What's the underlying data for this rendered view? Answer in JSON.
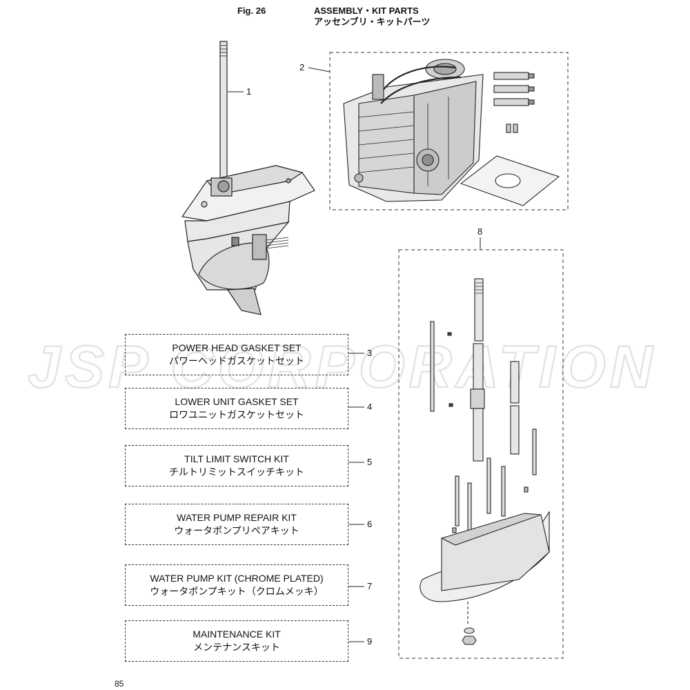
{
  "header": {
    "fig": "Fig. 26",
    "title_en": "ASSEMBLY・KIT PARTS",
    "title_jp": "アッセンブリ・キットパーツ"
  },
  "watermark": "JSP CORPORATION",
  "callouts": [
    "1",
    "2",
    "3",
    "4",
    "5",
    "6",
    "7",
    "8",
    "9"
  ],
  "kits": [
    {
      "en": "POWER HEAD GASKET SET",
      "jp": "パワーヘッドガスケットセット",
      "num": "3"
    },
    {
      "en": "LOWER UNIT GASKET SET",
      "jp": "ロワユニットガスケットセット",
      "num": "4"
    },
    {
      "en": "TILT LIMIT SWITCH KIT",
      "jp": "チルトリミットスイッチキット",
      "num": "5"
    },
    {
      "en": "WATER PUMP REPAIR KIT",
      "jp": "ウォータポンプリペアキット",
      "num": "6"
    },
    {
      "en": "WATER PUMP KIT (CHROME PLATED)",
      "jp": "ウォータポンプキット（クロムメッキ）",
      "num": "7"
    },
    {
      "en": "MAINTENANCE KIT",
      "jp": "メンテナンスキット",
      "num": "9"
    }
  ],
  "page_number": "85"
}
